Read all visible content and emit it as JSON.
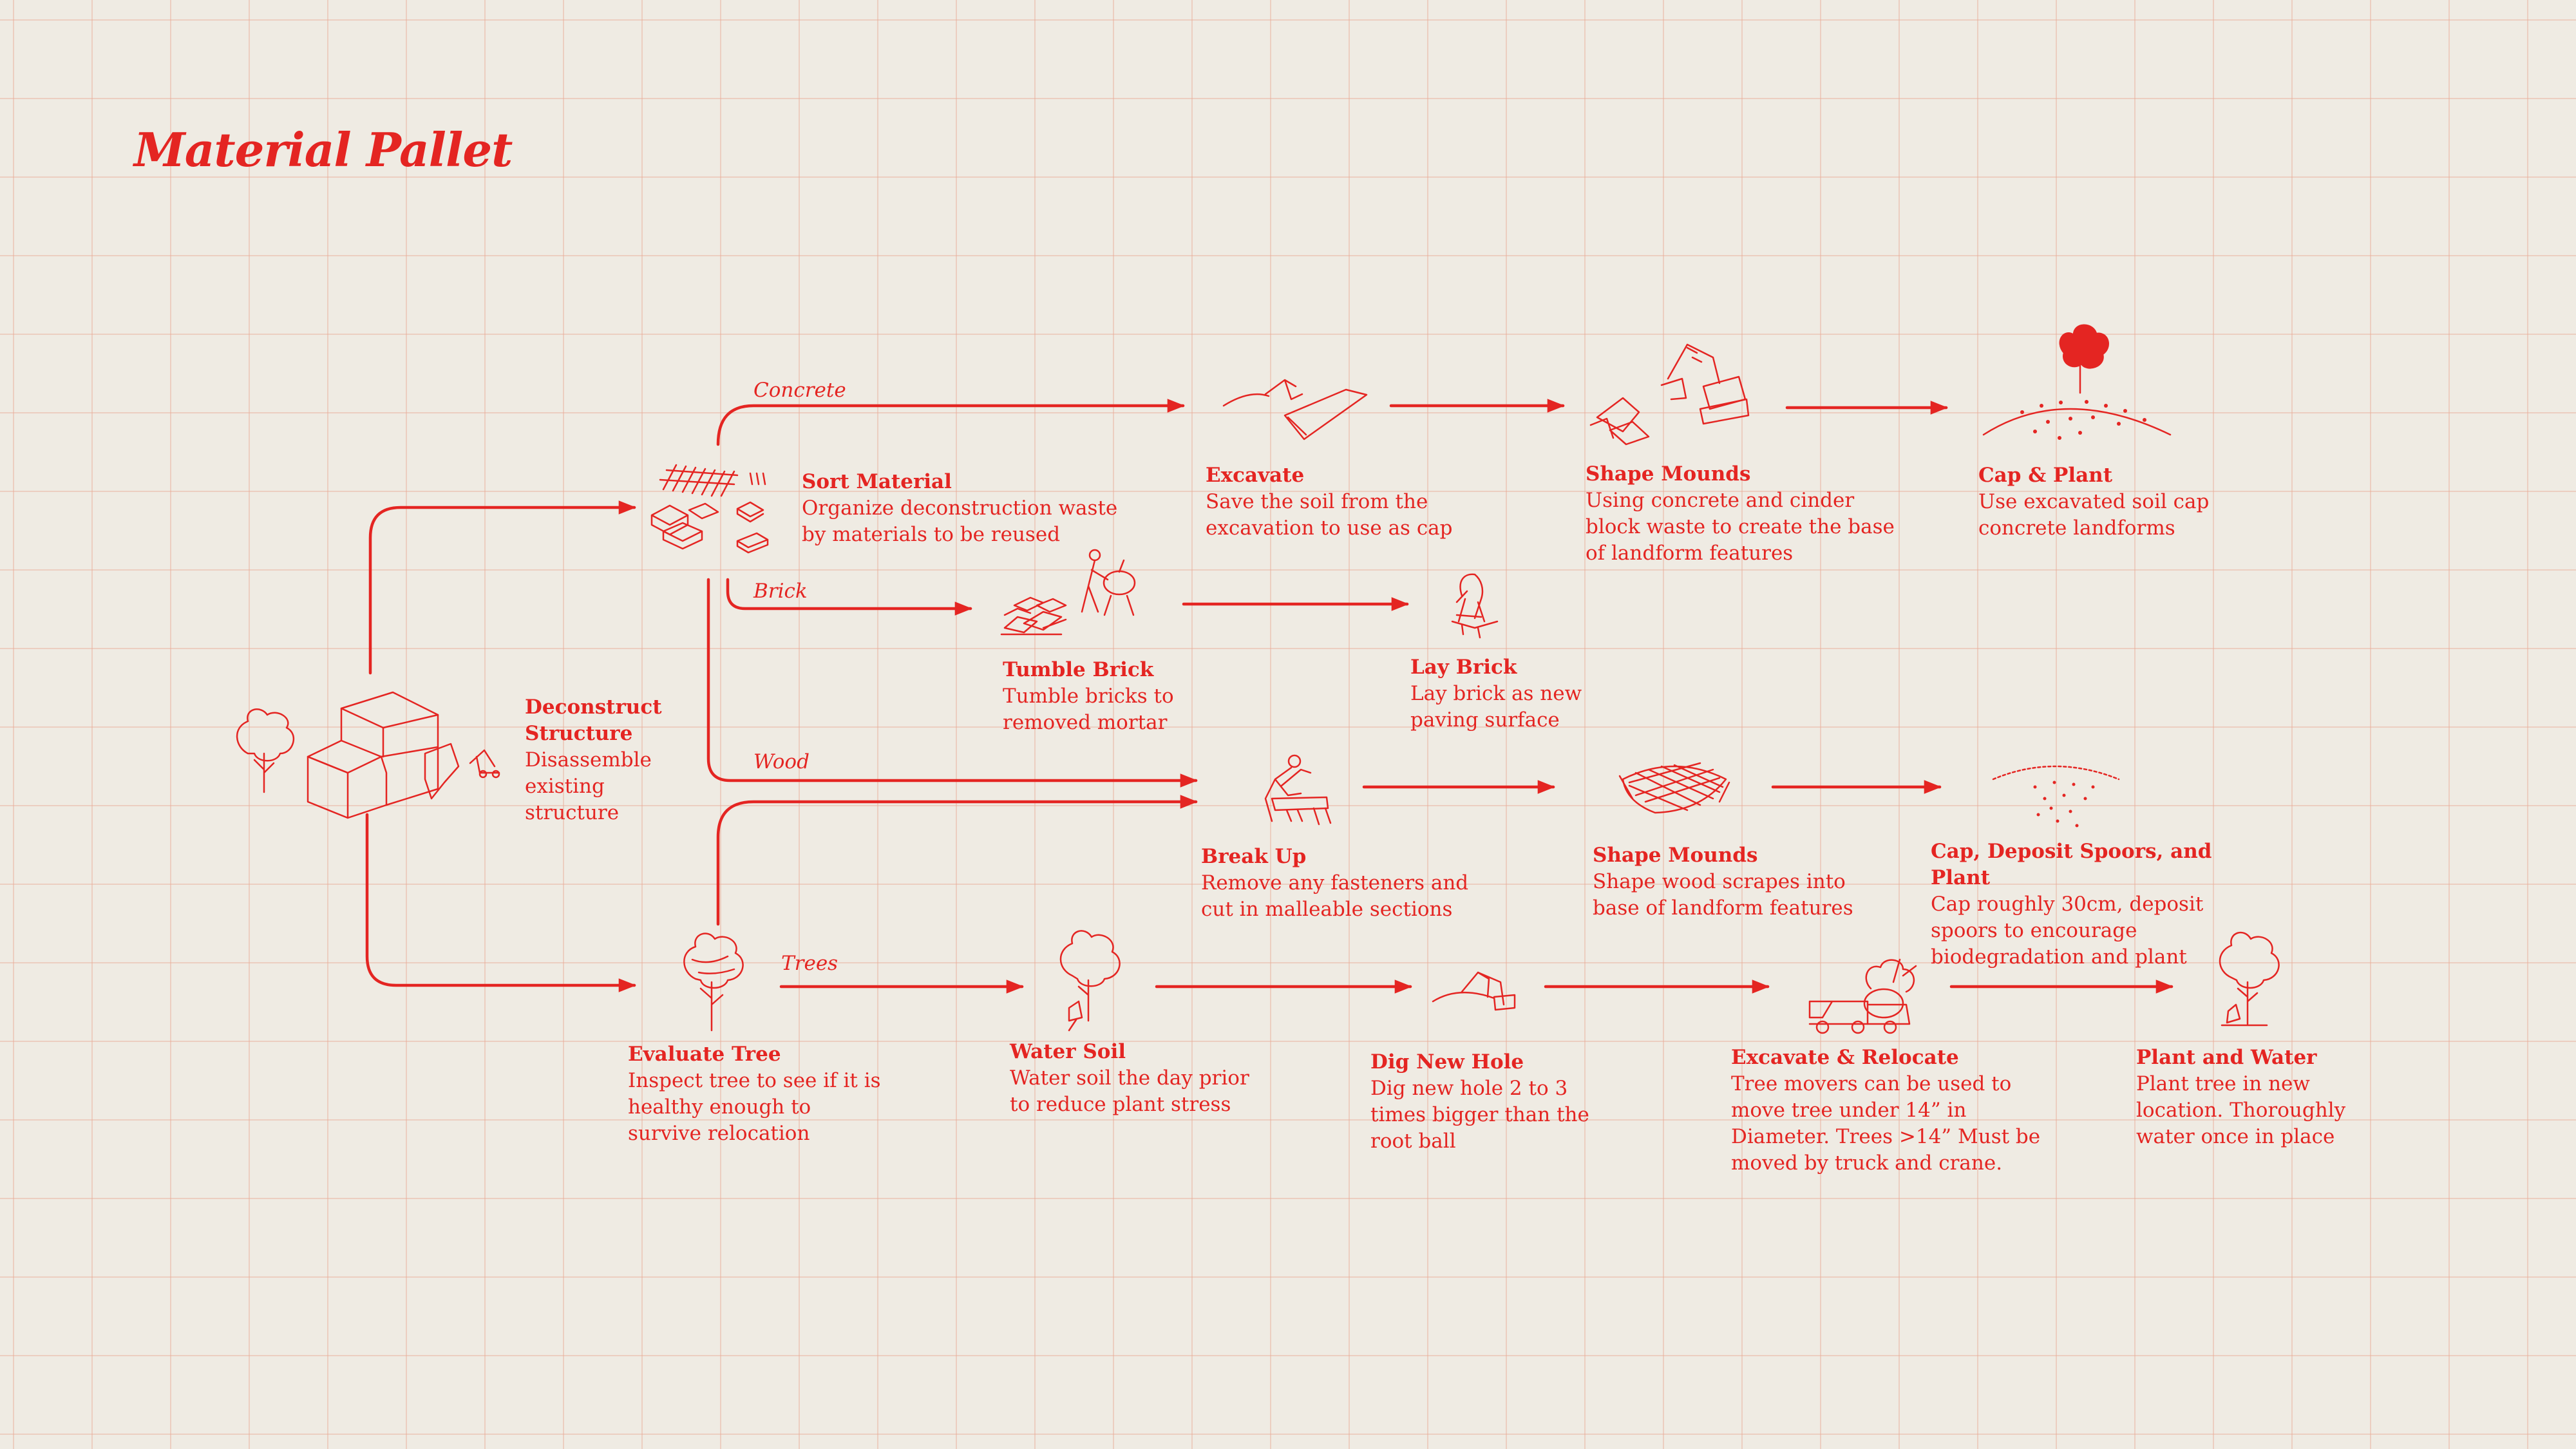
{
  "title": "Material Pallet",
  "branches": {
    "concrete": "Concrete",
    "brick": "Brick",
    "wood": "Wood",
    "trees": "Trees"
  },
  "steps": {
    "deconstruct": {
      "title": "Deconstruct Structure",
      "desc": "Disassemble existing structure"
    },
    "sort": {
      "title": "Sort Material",
      "desc": "Organize deconstruction waste by materials to be reused"
    },
    "excavate": {
      "title": "Excavate",
      "desc": "Save the soil from the excavation to use as cap"
    },
    "shape_concrete": {
      "title": "Shape Mounds",
      "desc": "Using concrete and cinder block waste to create the base of landform features"
    },
    "cap_plant": {
      "title": "Cap & Plant",
      "desc": "Use excavated soil cap concrete landforms"
    },
    "tumble": {
      "title": "Tumble Brick",
      "desc": "Tumble bricks to removed mortar"
    },
    "lay": {
      "title": "Lay Brick",
      "desc": "Lay brick as new paving surface"
    },
    "breakup": {
      "title": "Break Up",
      "desc": "Remove any fasteners and cut in malleable sections"
    },
    "shape_wood": {
      "title": "Shape Mounds",
      "desc": "Shape wood scrapes into base of landform features"
    },
    "cap_spoors": {
      "title": "Cap, Deposit Spoors, and Plant",
      "desc": "Cap roughly 30cm, deposit spoors to encourage biodegradation and plant"
    },
    "evaluate": {
      "title": "Evaluate Tree",
      "desc": "Inspect tree to see if it is healthy enough to survive relocation"
    },
    "water": {
      "title": "Water Soil",
      "desc": "Water soil the day prior to reduce plant stress"
    },
    "dig": {
      "title": "Dig New Hole",
      "desc": "Dig new hole 2 to 3 times bigger than the root ball"
    },
    "relocate": {
      "title": "Excavate & Relocate",
      "desc": "Tree movers can be used to move tree under 14” in Diameter. Trees >14” Must be moved by truck and crane."
    },
    "plant_water": {
      "title": "Plant and Water",
      "desc": "Plant tree in new location. Thoroughly water once in place"
    }
  },
  "colors": {
    "accent": "#e42522",
    "background": "#efebe3",
    "grid": "#e9aa96"
  },
  "icons": [
    "building-icon",
    "material-pile-icon",
    "trench-icon",
    "excavator-mound-icon",
    "tree-mound-icon",
    "brick-pile-icon",
    "mixer-worker-icon",
    "bricklayer-icon",
    "sawing-worker-icon",
    "wood-pile-icon",
    "spoor-mound-icon",
    "tree-icon",
    "tree-water-icon",
    "digger-icon",
    "tree-truck-icon",
    "tree-planted-icon"
  ]
}
